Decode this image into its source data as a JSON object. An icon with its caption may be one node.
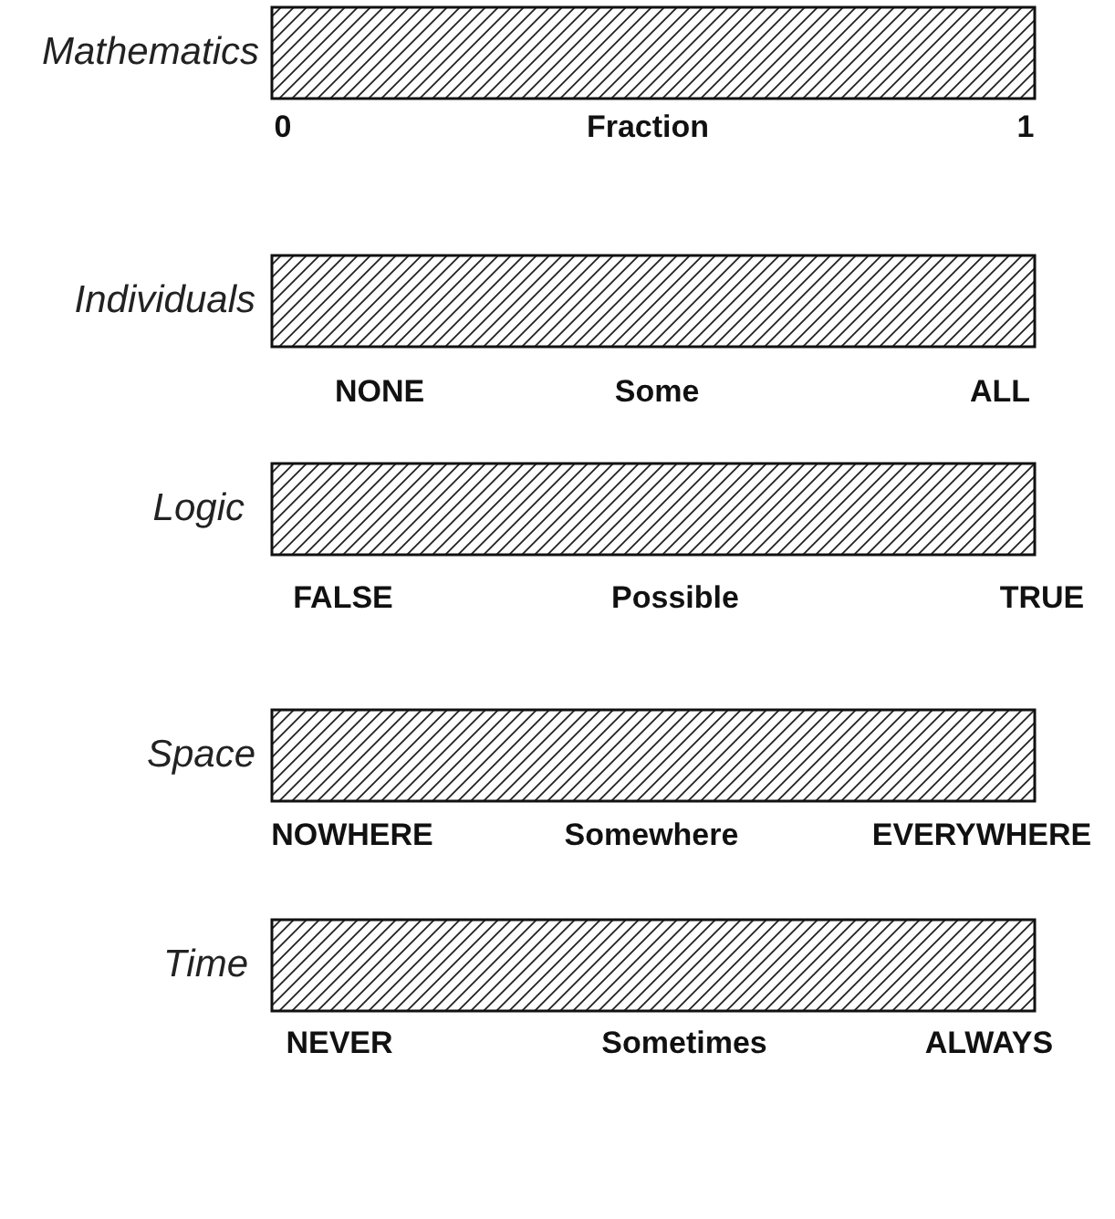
{
  "diagram": {
    "nodes": [
      {
        "text": [],
        "shape": "bar",
        "beside": [
          "Mathematics"
        ]
      },
      {
        "text": [],
        "shape": "bar",
        "beside": [
          "Individuals"
        ]
      },
      {
        "text": [],
        "shape": "bar",
        "beside": [
          "Logic"
        ]
      },
      {
        "text": [],
        "shape": "bar",
        "beside": [
          "Space"
        ]
      },
      {
        "text": [],
        "shape": "bar",
        "beside": [
          "Time"
        ]
      }
    ],
    "labels": [
      "0",
      "Fraction",
      "1",
      "NONE",
      "Some",
      "ALL",
      "FALSE",
      "Possible",
      "TRUE",
      "NOWHERE",
      "Somewhere",
      "EVERYWHERE",
      "NEVER",
      "Sometimes",
      "ALWAYS"
    ]
  }
}
